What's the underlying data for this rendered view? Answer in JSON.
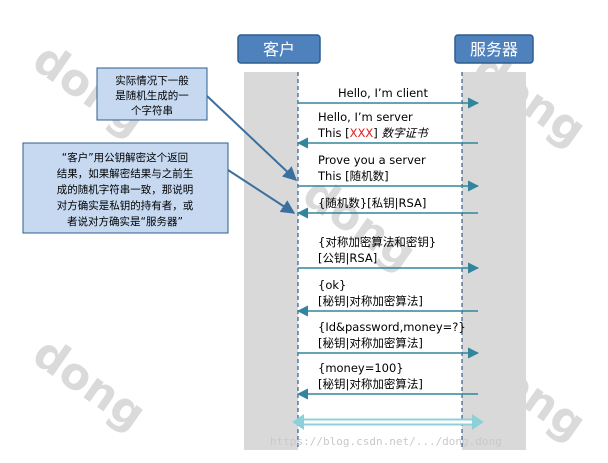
{
  "headers": {
    "client": "客户",
    "server": "服务器"
  },
  "watermarks": [
    "dong",
    "dong",
    "dong",
    "dong",
    "dong"
  ],
  "colors": {
    "header_fill": "#4f81bd",
    "header_stroke": "#2f5d8f",
    "lifeline_fill": "#d9d9d9",
    "arrow": "#31859c",
    "note_fill": "#c6d9f1",
    "note_stroke": "#2f5d8f",
    "pointer": "#3b6f9e",
    "highlight": "#e31a1c"
  },
  "messages": [
    {
      "lines": [
        [
          "Hello, I’m client"
        ]
      ],
      "direction": "to-server"
    },
    {
      "lines": [
        [
          "Hello, I’m server"
        ],
        [
          "This [",
          "XXX",
          "] ",
          "数字证书"
        ]
      ],
      "direction": "to-client"
    },
    {
      "lines": [
        [
          "Prove you a server"
        ],
        [
          "This [随机数]"
        ]
      ],
      "direction": "to-server"
    },
    {
      "lines": [
        [
          "{随机数}[私钥|RSA]"
        ]
      ],
      "direction": "to-client"
    },
    {
      "lines": [
        [
          "{对称加密算法和密钥}"
        ],
        [
          "[公钥|RSA]"
        ]
      ],
      "direction": "to-server"
    },
    {
      "lines": [
        [
          "{ok}"
        ],
        [
          "[秘钥|对称加密算法]"
        ]
      ],
      "direction": "to-client"
    },
    {
      "lines": [
        [
          "{Id&password,money=?}"
        ],
        [
          "[秘钥|对称加密算法]"
        ]
      ],
      "direction": "to-server"
    },
    {
      "lines": [
        [
          "{money=100}"
        ],
        [
          "[秘钥|对称加密算法]"
        ]
      ],
      "direction": "to-client"
    }
  ],
  "notes": {
    "top": {
      "lines": [
        "实际情况下一般",
        "是随机生成的一",
        "个字符串"
      ]
    },
    "left": {
      "lines": [
        "“客户”用公钥解密这个返回",
        "结果，如果解密结果与之前生",
        "成的随机字符串一致，那说明",
        "对方确实是私钥的持有者，或",
        "者说对方确实是“服务器”"
      ]
    }
  },
  "url": "https://blog.csdn.net/.../dong.dong"
}
